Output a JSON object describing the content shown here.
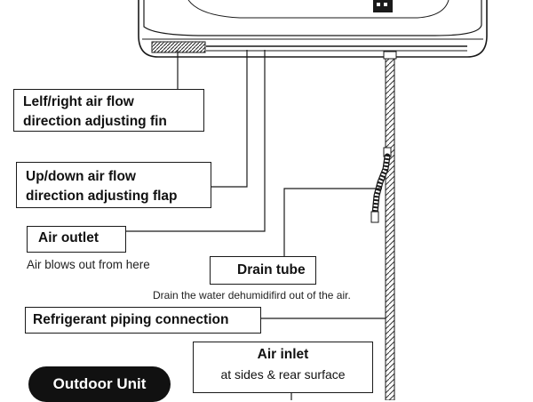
{
  "labels": {
    "fin": {
      "line1": "Lelf/right air flow",
      "line2": "direction adjusting fin"
    },
    "flap": {
      "line1": "Up/down air flow",
      "line2": "direction adjusting flap"
    },
    "outlet": {
      "title": "Air outlet",
      "caption": "Air blows out from here"
    },
    "drain": {
      "title": "Drain tube",
      "caption": "Drain the water dehumidifird out of the air."
    },
    "refrigerant": {
      "title": "Refrigerant piping connection"
    },
    "inlet": {
      "title": "Air inlet",
      "caption": "at sides &  rear surface"
    },
    "outdoor_unit": "Outdoor Unit"
  },
  "colors": {
    "ink": "#111111",
    "line": "#1a1a1a",
    "background": "#ffffff"
  }
}
